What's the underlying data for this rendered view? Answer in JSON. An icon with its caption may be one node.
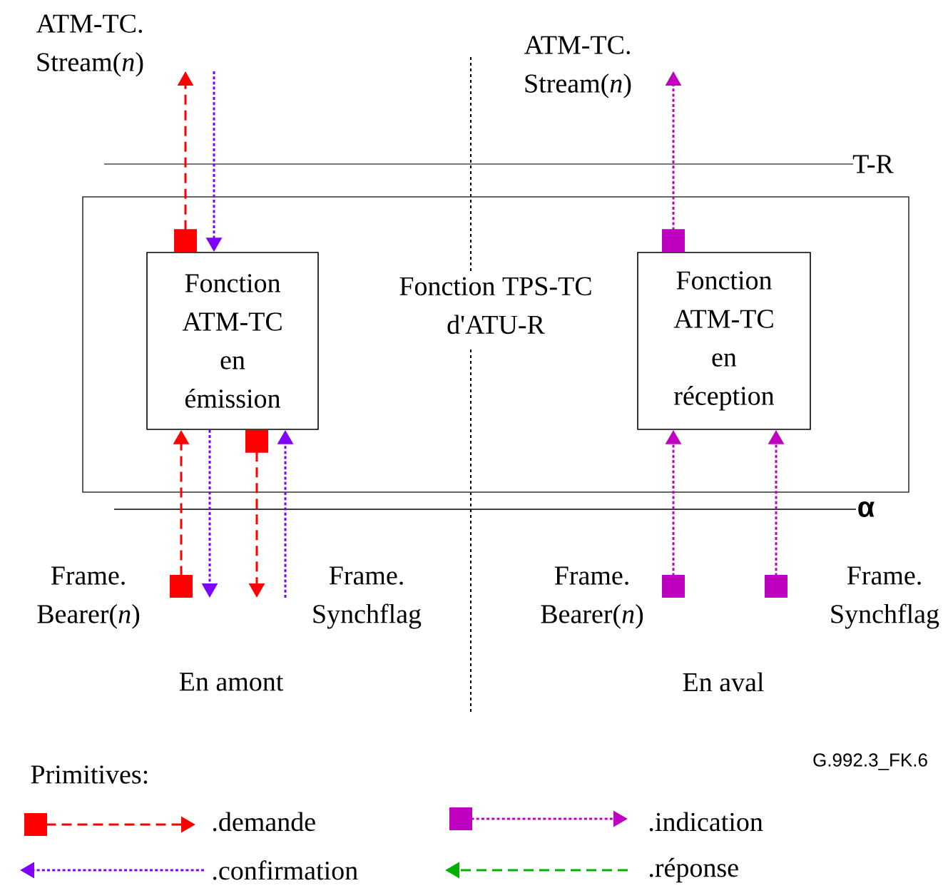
{
  "diagram": {
    "nodes": [
      {
        "text": [
          "Fonction TPS-TC d'ATU-R"
        ]
      },
      {
        "text": [
          "Fonction ATM-TC en émission"
        ],
        "in": 0
      },
      {
        "text": [
          "Fonction ATM-TC en réception"
        ],
        "in": 0
      },
      {
        "text": [
          "ATM-TC. Stream(*n*)"
        ]
      },
      {
        "text": [
          "ATM-TC. Stream(*n*)"
        ]
      },
      {
        "text": [
          "Frame. Bearer(*n*)"
        ]
      },
      {
        "text": [
          "Frame. Synchflag"
        ]
      },
      {
        "text": [
          "Frame. Bearer(*n*)"
        ]
      },
      {
        "text": [
          "Frame. Synchflag"
        ]
      }
    ],
    "edges": [
      {
        "from": 1,
        "to": 3,
        "arrow": "to",
        "style": "dashed",
        "color": "#ff0000"
      },
      {
        "from": 3,
        "to": 1,
        "arrow": "to",
        "color": "#7f00ff"
      },
      {
        "from": 5,
        "to": 1,
        "arrow": "to",
        "style": "dashed",
        "color": "#ff0000"
      },
      {
        "from": 1,
        "to": 5,
        "arrow": "to",
        "color": "#7f00ff"
      },
      {
        "from": 1,
        "to": 6,
        "arrow": "to",
        "style": "dashed",
        "color": "#ff0000"
      },
      {
        "from": 6,
        "to": 1,
        "arrow": "to",
        "color": "#7f00ff"
      },
      {
        "from": 2,
        "to": 4,
        "arrow": "to",
        "color": "#c000c0"
      },
      {
        "from": 7,
        "to": 2,
        "arrow": "to",
        "color": "#c000c0"
      },
      {
        "from": 8,
        "to": 2,
        "arrow": "to",
        "color": "#c000c0"
      }
    ],
    "labels": [
      "T-R",
      "α",
      "En amont",
      "En aval",
      "G.992.3_FK.6",
      "Primitives:"
    ],
    "legend": [
      {
        "text": ".demande"
      },
      {
        "text": ".indication"
      },
      {
        "text": ".confirmation"
      },
      {
        "text": ".réponse"
      }
    ]
  }
}
